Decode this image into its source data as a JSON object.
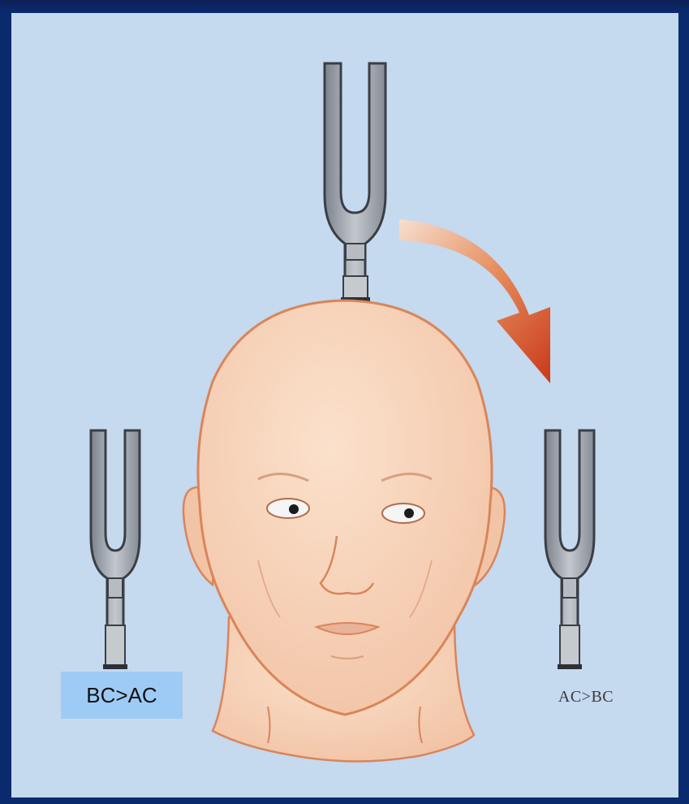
{
  "labels": {
    "left": "BC>AC",
    "right": "AC>BC"
  },
  "colors": {
    "frame": "#0a2a6e",
    "panel": "#c5d9ef",
    "skin": "#f6d1b8",
    "skin_outline": "#d9855a",
    "fork": "#9aa0a7",
    "arrow": "#d2461f",
    "label_left_bg": "#9ecbf5"
  },
  "icons": [
    "tuning-fork-icon",
    "curved-arrow-icon",
    "head-illustration"
  ]
}
